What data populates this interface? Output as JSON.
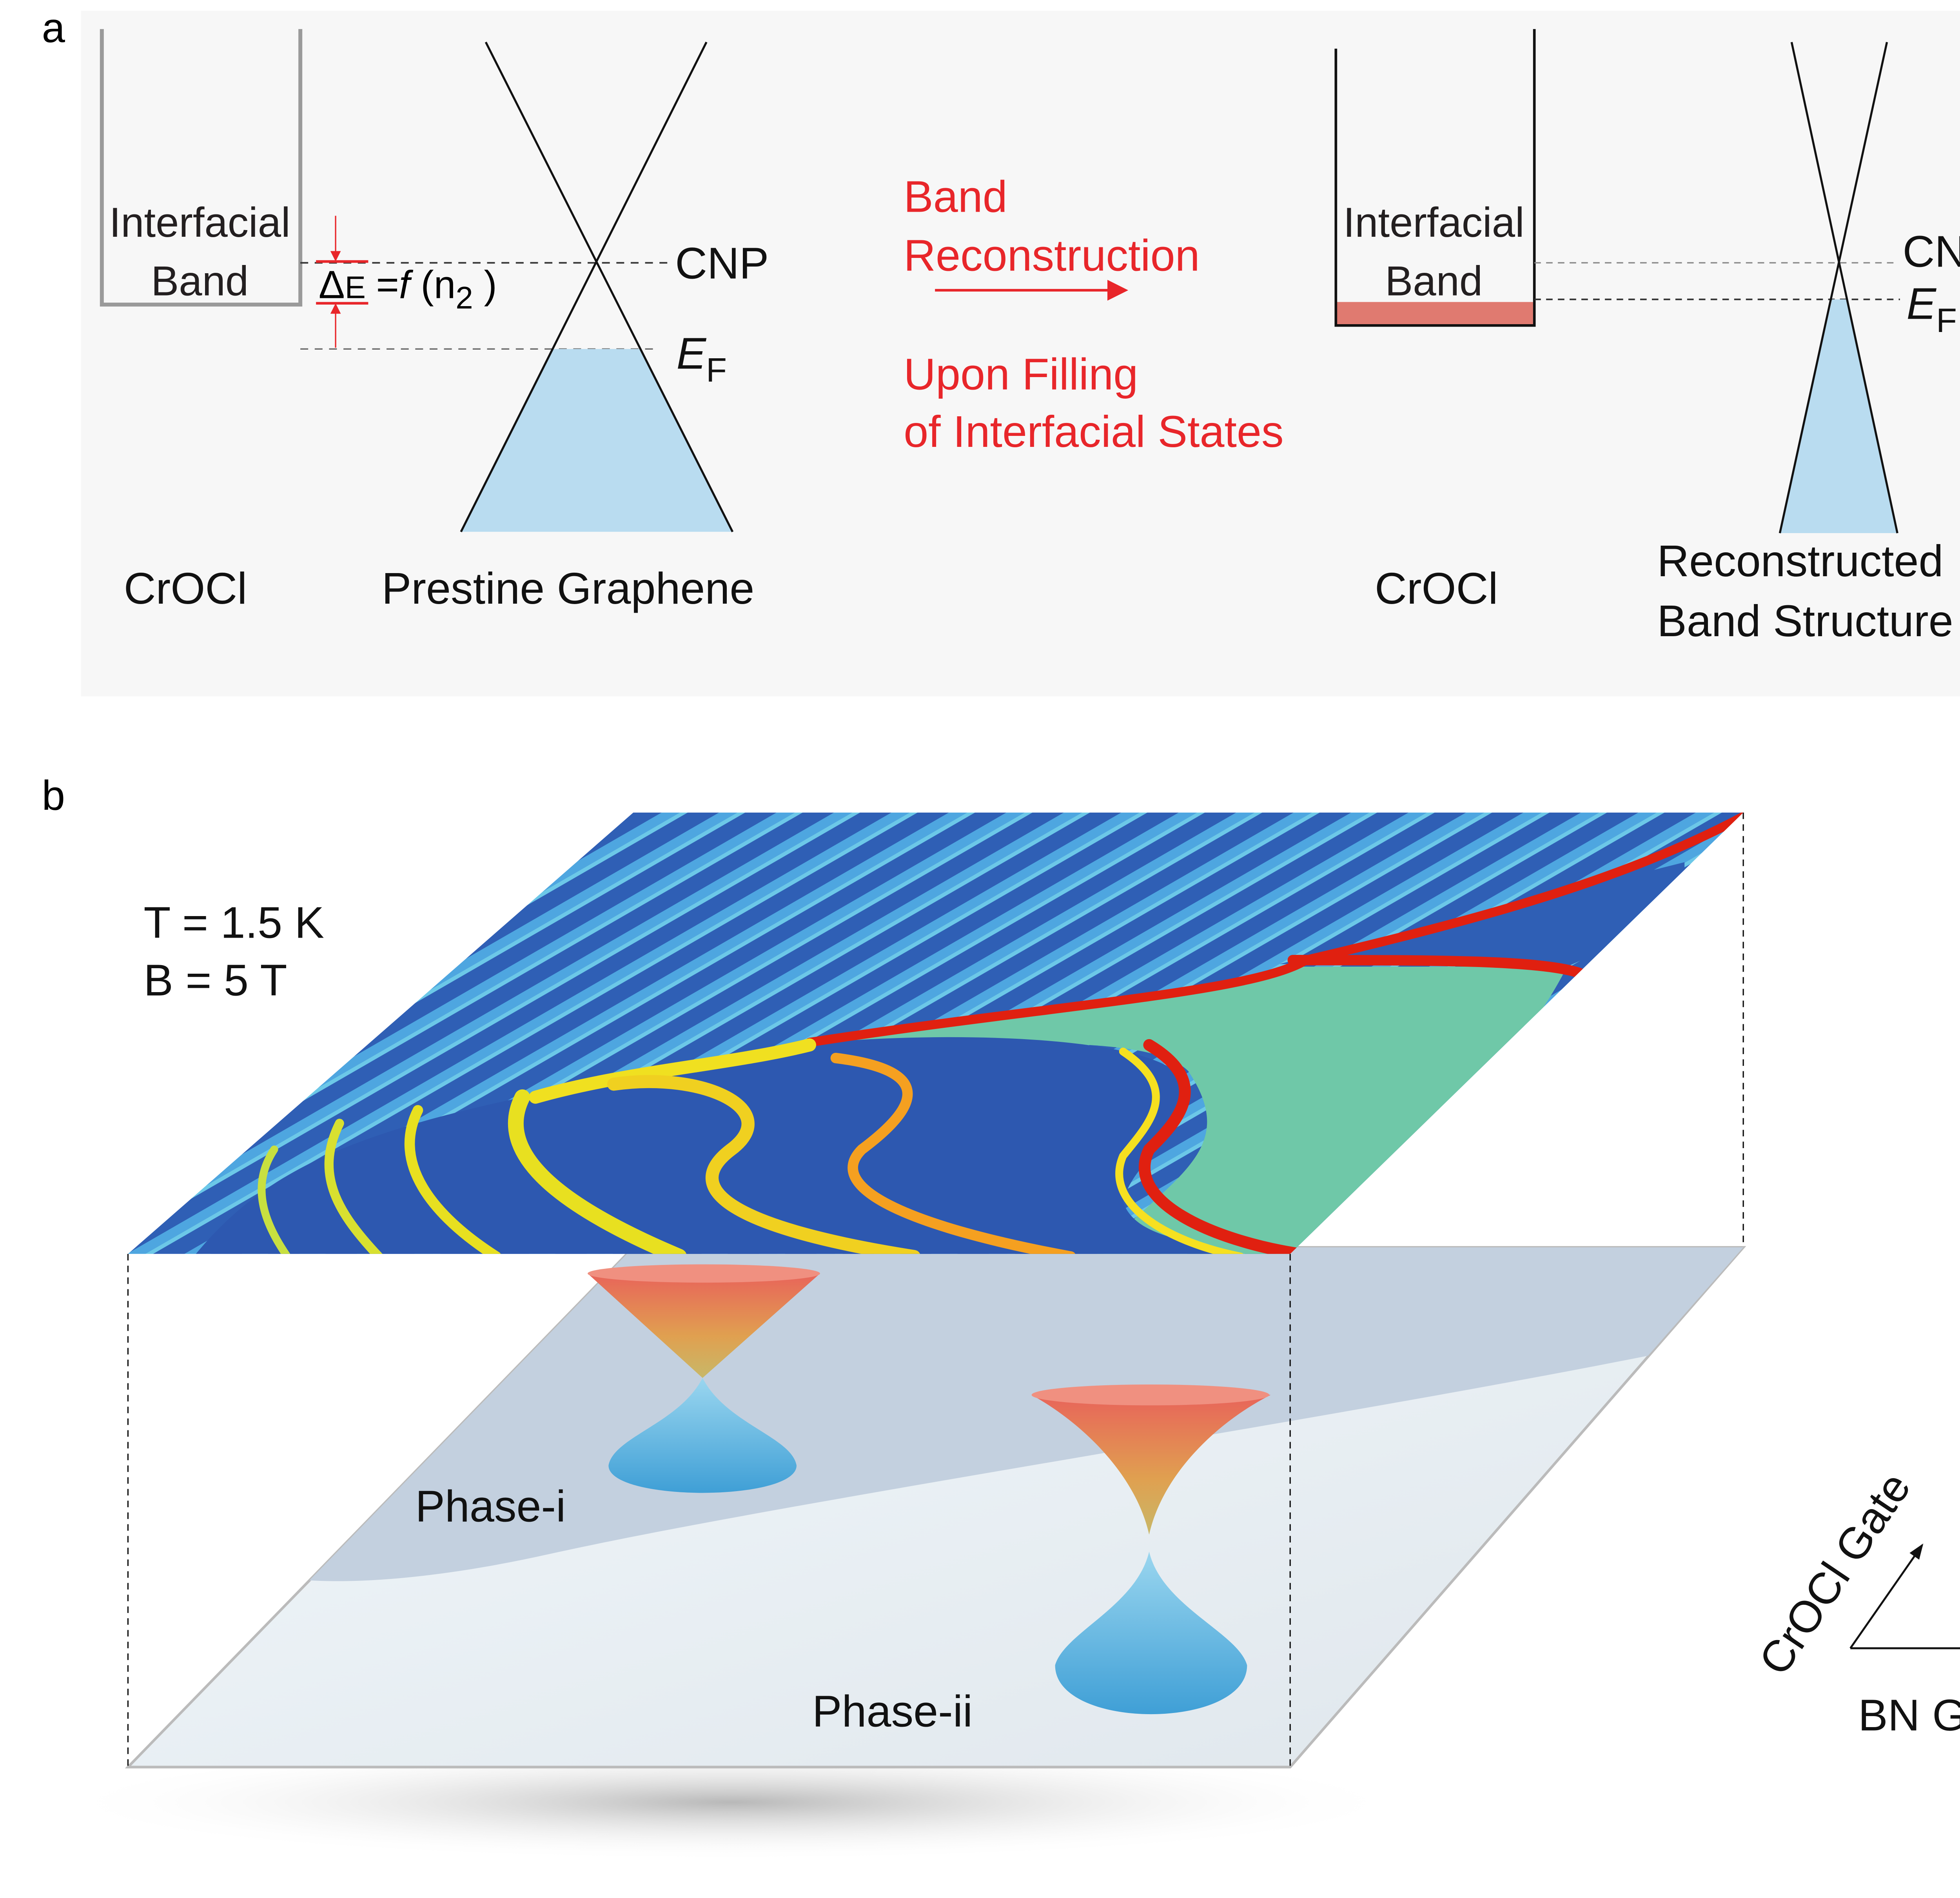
{
  "panel_a": {
    "label": "a",
    "background": "#f7f7f7",
    "left": {
      "band_line1": "Interfacial",
      "band_line2": "Band",
      "delta": "Δ",
      "delta_sub": "E",
      "equation": "=",
      "func": "f",
      "paren_open": " (n",
      "n_sub": "2",
      "paren_close": " )",
      "cnp": "CNP",
      "ef": "E",
      "ef_sub": "F",
      "croc_label": "CrOCl",
      "graphene_label": "Prestine Graphene"
    },
    "middle": {
      "line1": "Band",
      "line2": "Reconstruction",
      "line3": "Upon Filling",
      "line4": "of Interfacial States",
      "color": "#e8262a"
    },
    "right": {
      "band_line1": "Interfacial",
      "band_line2": "Band",
      "band_fill_color": "#e07a70",
      "cnp": "CNP",
      "ef": "E",
      "ef_sub": "F",
      "croc_label": "CrOCl",
      "structure_line1": "Reconstructed",
      "structure_line2": "Band Structure"
    },
    "cone_fill_color": "#b9dcf0"
  },
  "panel_b": {
    "label": "b",
    "temperature": "T = 1.5 K",
    "field": "B = 5 T",
    "phase_i": "Phase-i",
    "phase_ii": "Phase-ii",
    "axis_y": "CrOCl Gate",
    "axis_x": "BN Gate"
  }
}
